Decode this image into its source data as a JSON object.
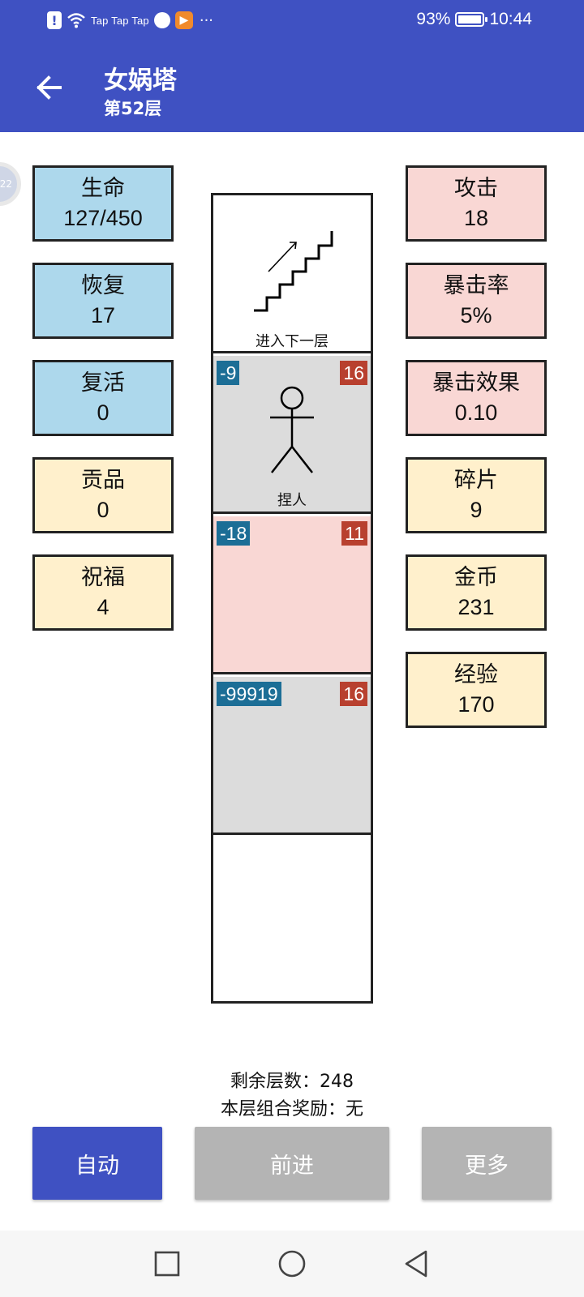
{
  "status_bar": {
    "tap_labels": "Tap Tap Tap",
    "more": "···",
    "battery_percent": "93%",
    "time": "10:44"
  },
  "header": {
    "title": "女娲塔",
    "subtitle": "第52层"
  },
  "left_stats": [
    {
      "label": "生命",
      "value": "127/450",
      "color": "#add8ec"
    },
    {
      "label": "恢复",
      "value": "17",
      "color": "#add8ec"
    },
    {
      "label": "复活",
      "value": "0",
      "color": "#add8ec"
    },
    {
      "label": "贡品",
      "value": "0",
      "color": "#fff0cc"
    },
    {
      "label": "祝福",
      "value": "4",
      "color": "#fff0cc"
    }
  ],
  "right_stats": [
    {
      "label": "攻击",
      "value": "18",
      "color": "#f9d7d4"
    },
    {
      "label": "暴击率",
      "value": "5%",
      "color": "#f9d7d4"
    },
    {
      "label": "暴击效果",
      "value": "0.10",
      "color": "#f9d7d4"
    },
    {
      "label": "碎片",
      "value": "9",
      "color": "#fff0cc"
    },
    {
      "label": "金币",
      "value": "231",
      "color": "#fff0cc"
    },
    {
      "label": "经验",
      "value": "170",
      "color": "#fff0cc"
    }
  ],
  "tower": {
    "stairs_label": "进入下一层",
    "cells": [
      {
        "left_badge": "-9",
        "right_badge": "16",
        "label": "捏人"
      },
      {
        "left_badge": "-18",
        "right_badge": "11",
        "label": ""
      },
      {
        "left_badge": "-99919",
        "right_badge": "16",
        "label": ""
      }
    ]
  },
  "footer": {
    "remaining_floors": "剩余层数：248",
    "combo_reward": "本层组合奖励：无"
  },
  "buttons": {
    "auto": "自动",
    "forward": "前进",
    "more": "更多"
  },
  "colors": {
    "primary": "#3f51c2",
    "disabled": "#b4b4b4",
    "badge_blue": "#1c6e96",
    "badge_red": "#b8402f"
  }
}
